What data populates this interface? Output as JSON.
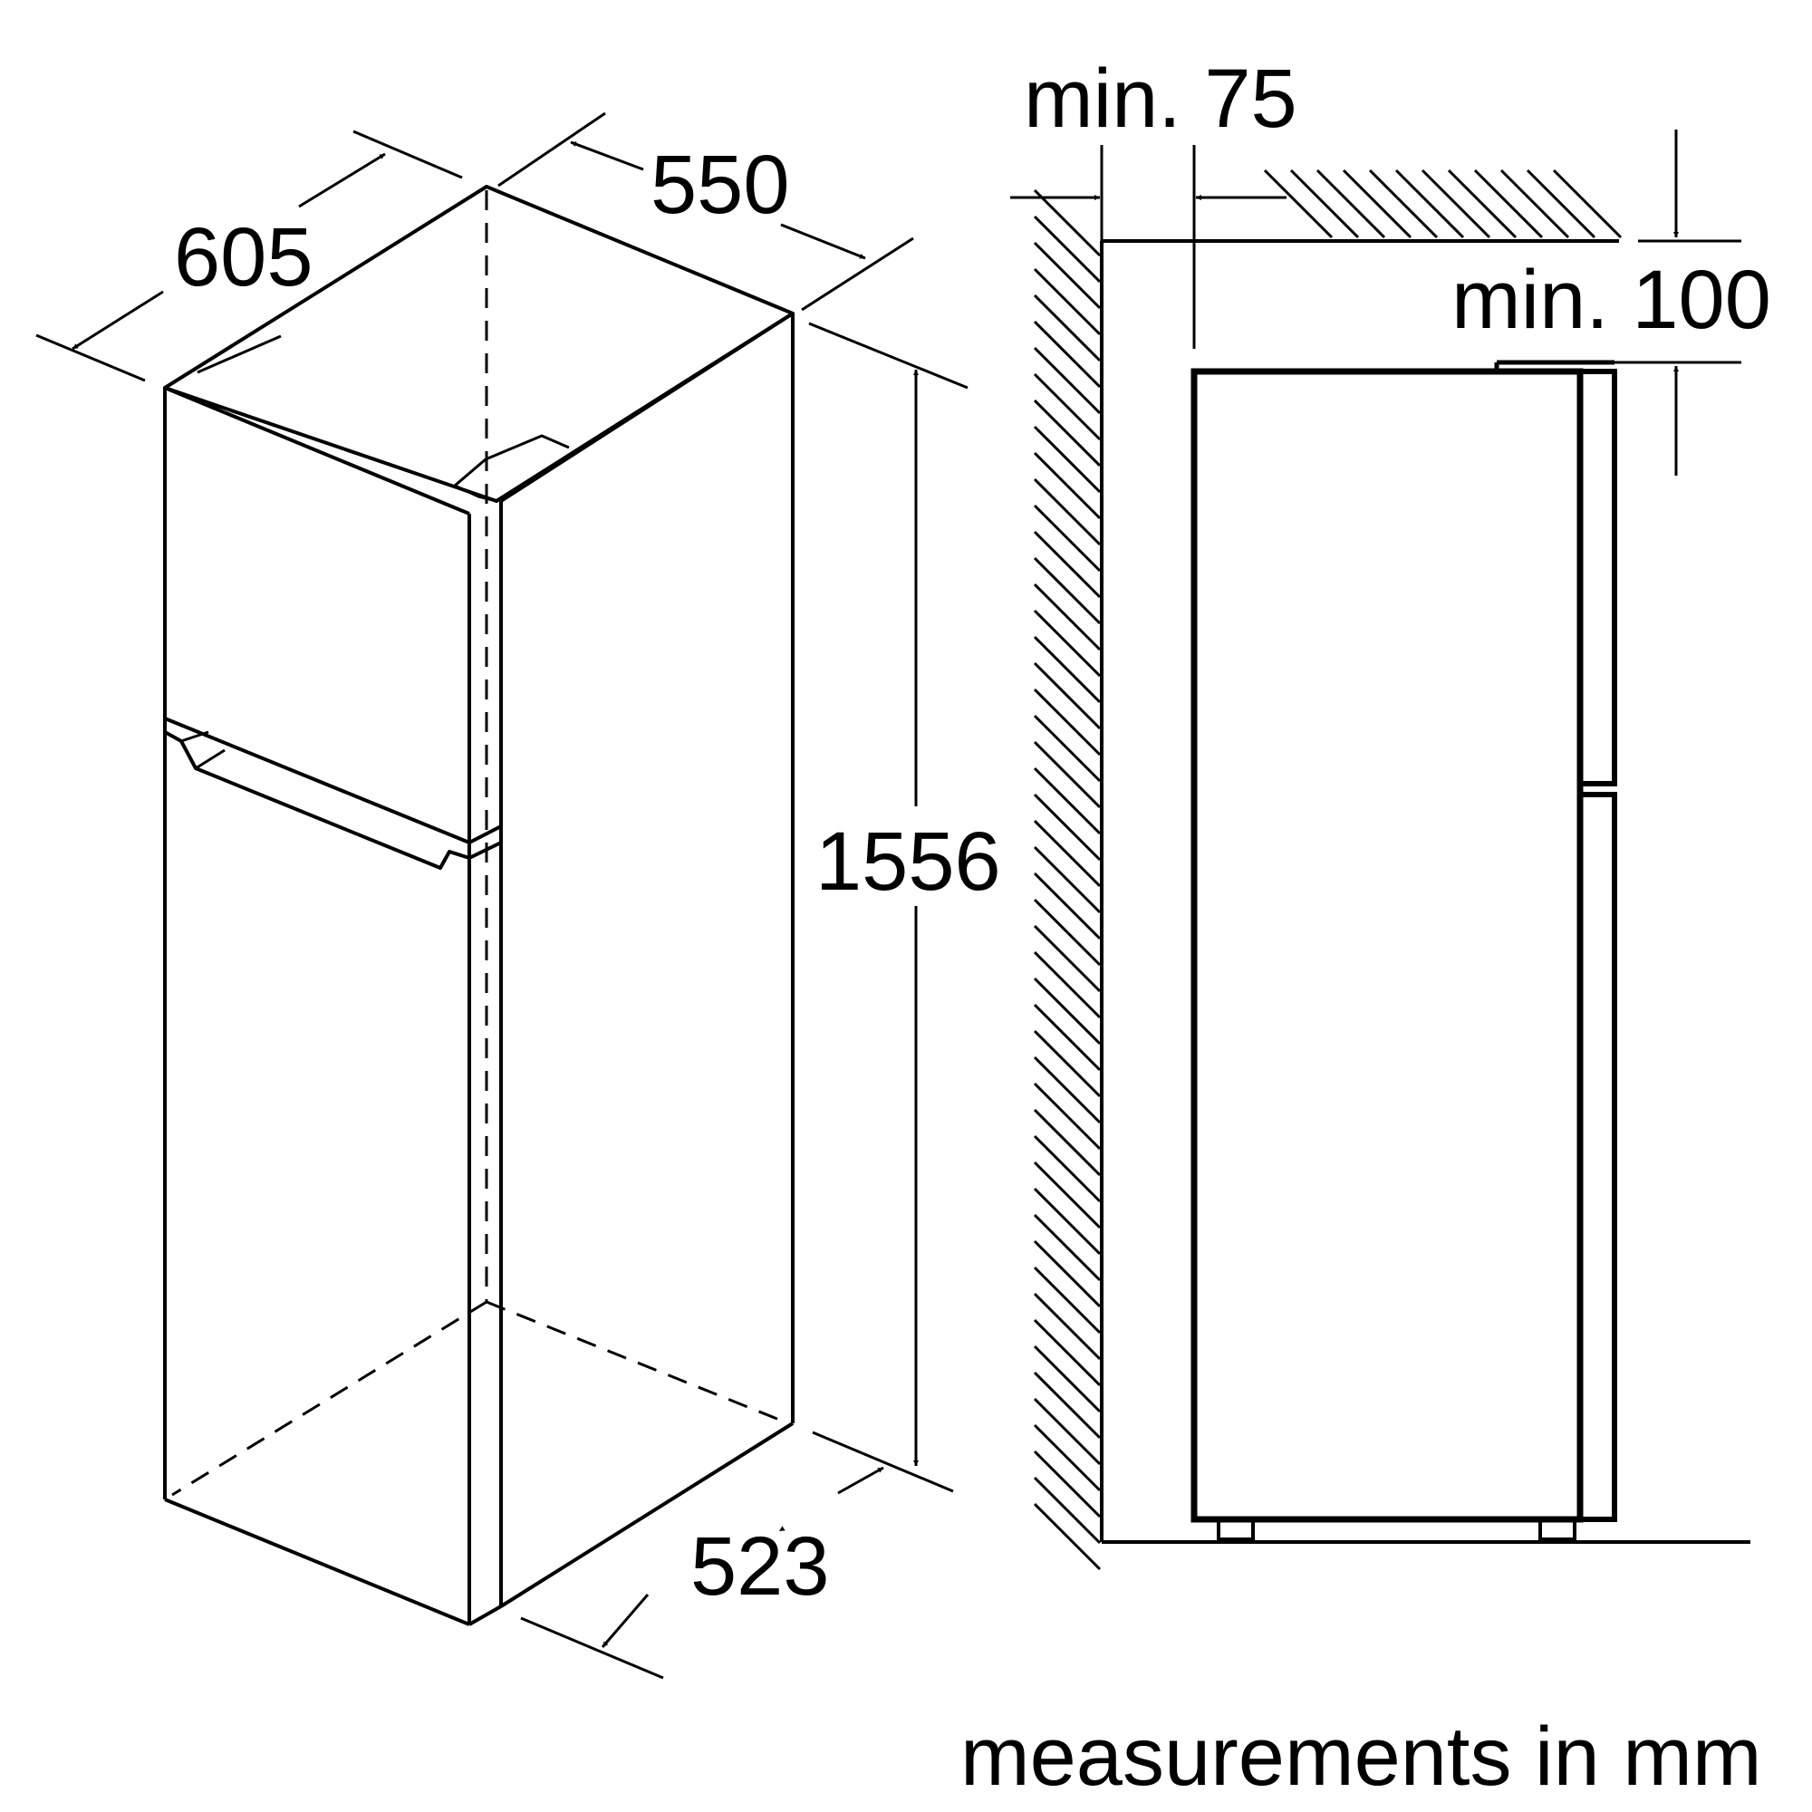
{
  "colors": {
    "line": "#000000",
    "background": "#ffffff"
  },
  "dimensions": {
    "width_label": "605",
    "depth_label": "550",
    "height_label": "1556",
    "bottom_depth_label": "523",
    "wall_clearance_label": "min. 75",
    "top_clearance_label": "min. 100"
  },
  "caption": "measurements in mm"
}
